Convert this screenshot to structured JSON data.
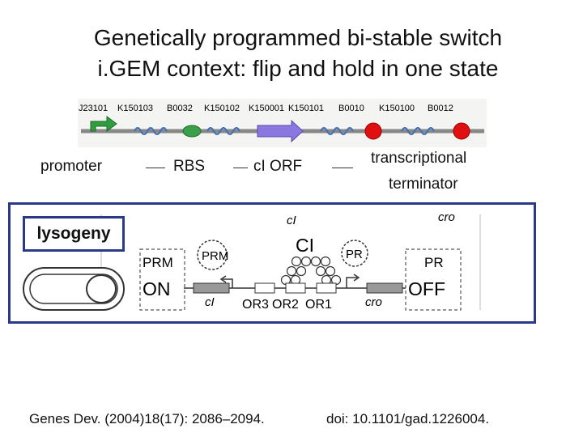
{
  "title": {
    "line1": "Genetically programmed bi-stable switch",
    "line2": "i.GEM context: flip and hold in one state"
  },
  "parts": {
    "labels": [
      "J23101",
      "K150103",
      "B0032",
      "K150102",
      "K150001",
      "K150101",
      "B0010",
      "K150100",
      "B0012"
    ]
  },
  "legend": {
    "promoter": "promoter",
    "rbs": "RBS",
    "ci_orf": "cI ORF",
    "terminator_line1": "transcriptional",
    "terminator_line2": "terminator"
  },
  "lysogeny": {
    "title": "lysogeny",
    "gene_top_left": "cI",
    "gene_top_right": "cro",
    "protein": "CI",
    "prm_circle": "PRM",
    "pr_circle": "PR",
    "prm_label": "PRM",
    "pr_label": "PR",
    "state_left": "ON",
    "state_right": "OFF",
    "gene_ci": "cI",
    "or3": "OR3",
    "or2": "OR2",
    "or1": "OR1",
    "gene_cro": "cro"
  },
  "citation": {
    "journal": "Genes Dev. (2004)18(17): 2086–2094.",
    "doi": "doi: 10.1101/gad.1226004."
  },
  "colors": {
    "panel_border": "#2b3a87",
    "promoter_green": "#2e9e3e",
    "rbs_green": "#3aa04a",
    "orf_purple": "#8a78e0",
    "terminator_red": "#e01010",
    "dna_blue": "#3c6fb5"
  }
}
